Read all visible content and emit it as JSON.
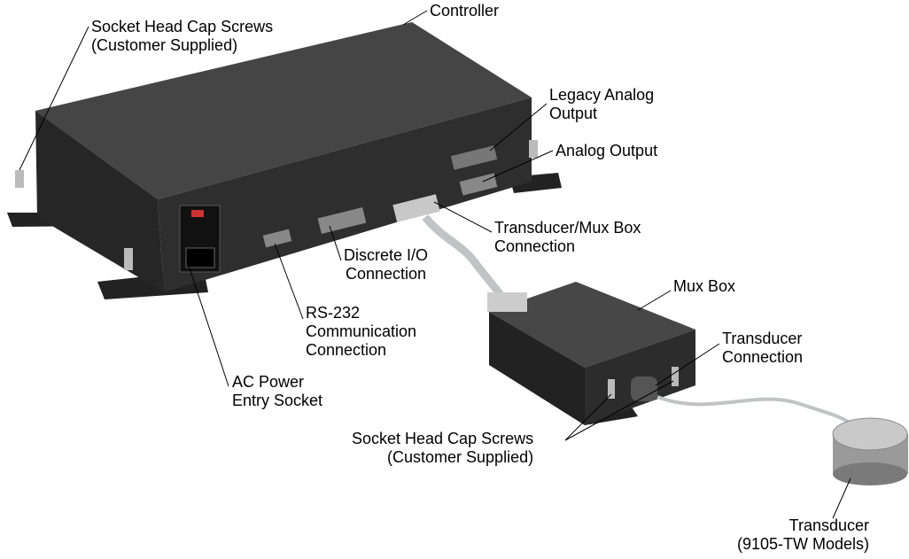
{
  "labels": {
    "screws_top": [
      "Socket Head Cap Screws",
      "(Customer Supplied)"
    ],
    "controller": [
      "Controller"
    ],
    "legacy_analog": [
      "Legacy Analog",
      "Output"
    ],
    "analog_output": [
      "Analog Output"
    ],
    "transducer_mux": [
      "Transducer/Mux Box",
      "Connection"
    ],
    "discrete_io": [
      "Discrete I/O",
      "Connection"
    ],
    "rs232": [
      "RS-232",
      "Communication",
      "Connection"
    ],
    "ac_power": [
      "AC Power",
      "Entry Socket"
    ],
    "mux_box": [
      "Mux Box"
    ],
    "transducer_conn": [
      "Transducer",
      "Connection"
    ],
    "screws_bottom": [
      "Socket Head Cap Screws",
      "(Customer Supplied)"
    ],
    "transducer": [
      "Transducer",
      "(9105-TW Models)"
    ]
  },
  "colors": {
    "body_top": "#3d3d3d",
    "body_front": "#2a2a2a",
    "body_side": "#1f1f1f",
    "cable": "#bfc4c4",
    "connector": "#b8b8b8"
  }
}
